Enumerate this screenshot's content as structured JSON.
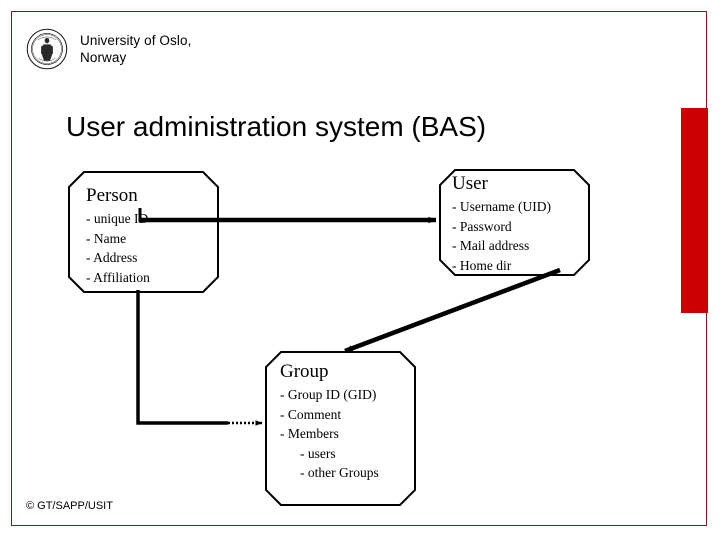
{
  "slide": {
    "title": "User administration system (BAS)",
    "footer": "© GT/SAPP/USIT",
    "accent_color": "#cc0000",
    "frame_color": "#7a1c24"
  },
  "header": {
    "logo_name": "university-of-oslo-seal",
    "organization": "University of Oslo,\nNorway"
  },
  "entities": {
    "person": {
      "title": "Person",
      "attributes": [
        "- unique ID",
        "- Name",
        "- Address",
        "- Affiliation"
      ]
    },
    "user": {
      "title": "User",
      "attributes": [
        "- Username (UID)",
        "- Password",
        "- Mail address",
        "- Home dir"
      ]
    },
    "group": {
      "title": "Group",
      "attributes": [
        "- Group ID (GID)",
        "- Comment",
        "- Members"
      ],
      "sub_attributes": [
        "- users",
        "- other Groups"
      ]
    }
  },
  "connectors": [
    {
      "name": "person-to-user",
      "style": "solid",
      "from": "Person",
      "to": "User"
    },
    {
      "name": "user-to-group",
      "style": "solid",
      "from": "User",
      "to": "Group"
    },
    {
      "name": "person-to-group",
      "style": "dotted",
      "from": "Person",
      "to": "Group"
    }
  ]
}
